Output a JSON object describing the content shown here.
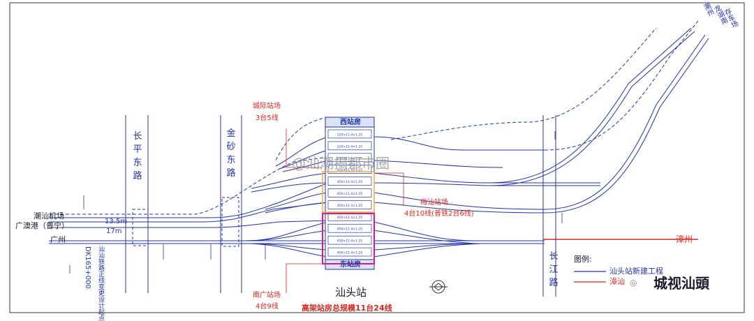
{
  "stations": {
    "west_building": "西站房",
    "east_building": "东站房",
    "main": "汕头站"
  },
  "yards": {
    "intercity_name": "城际站场",
    "intercity_spec": "3台5线",
    "meishan_name": "梅汕站场",
    "meishan_spec": "4台10线(普铁2台6线)",
    "nanguang_name": "南广站场",
    "nanguang_spec": "4台9线"
  },
  "summary": "高架站房总规模11台24线",
  "roads": {
    "changping": "长平东路",
    "jinsha": "金砂东路",
    "changjiang": "长江路"
  },
  "left_lines": {
    "airport": "潮汕机场",
    "guangao": "广澳港（普宁）",
    "guangzhou": "广州",
    "dim1": "13.5m",
    "dim2": "17m",
    "mileage": "DK165+000",
    "mileage_note": "汕汕铁路正线变更设计起点"
  },
  "right_lines": {
    "chaozhou": "潮州",
    "longhu": "龙湖南",
    "depot": "存车场",
    "zhangzhou": "漳州"
  },
  "legend": {
    "title": "图例:",
    "item1": "汕头站新建工程",
    "item2": "漳汕"
  },
  "watermarks": {
    "weibo": "@汕潮揭都市圈",
    "wechat": "城视汕頭"
  },
  "platform_rows": [
    "220×11.4×1.25",
    "220×11.4×1.25",
    "450×11.4×1.25",
    "450×11.4×1.25",
    "450×11.4×1.25",
    "450×11.4×1.25",
    "450×11.4×1.25",
    "450×11.4×1.25",
    "450×11.4×1.25",
    "450×11.4×1.25",
    "450×11.4×1.25"
  ],
  "colors": {
    "track": "#2233aa",
    "highlight_red": "#d6261e",
    "box_pink": "#e0188c",
    "box_orange": "#f2a93b"
  }
}
